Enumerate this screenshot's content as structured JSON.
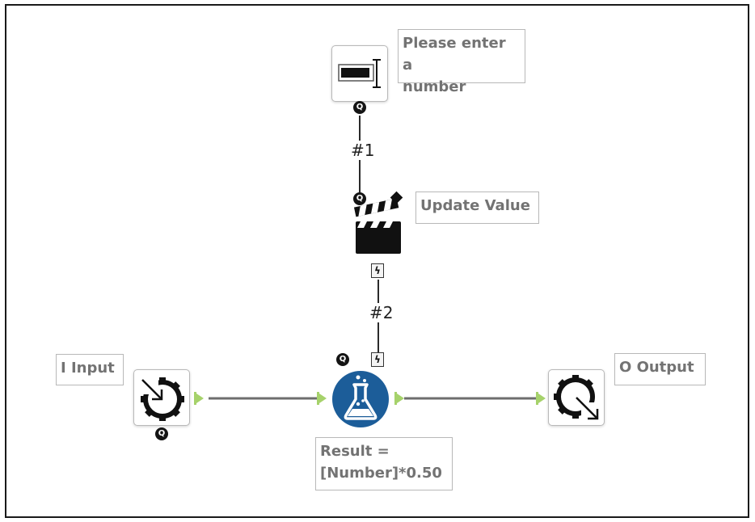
{
  "workflow": {
    "text_box_tool": {
      "annotation": "Please enter a\nnumber",
      "icon": "text-box-icon"
    },
    "action_tool": {
      "annotation": "Update Value",
      "icon": "clapperboard-icon"
    },
    "formula_tool": {
      "annotation": "Result =\n[Number]*0.50",
      "icon": "flask-icon",
      "color": "#1c5d99"
    },
    "macro_input_tool": {
      "annotation": "I Input",
      "icon": "macro-input-gear-icon"
    },
    "macro_output_tool": {
      "annotation": "O Output",
      "icon": "macro-output-gear-icon"
    },
    "connections": [
      {
        "label": "#1"
      },
      {
        "label": "#2"
      }
    ],
    "question_badge": "Q",
    "action_badge": "ϟ",
    "colors": {
      "anchor": "#a6d26b",
      "wire": "#6e6e6e",
      "note_text": "#737373"
    }
  }
}
